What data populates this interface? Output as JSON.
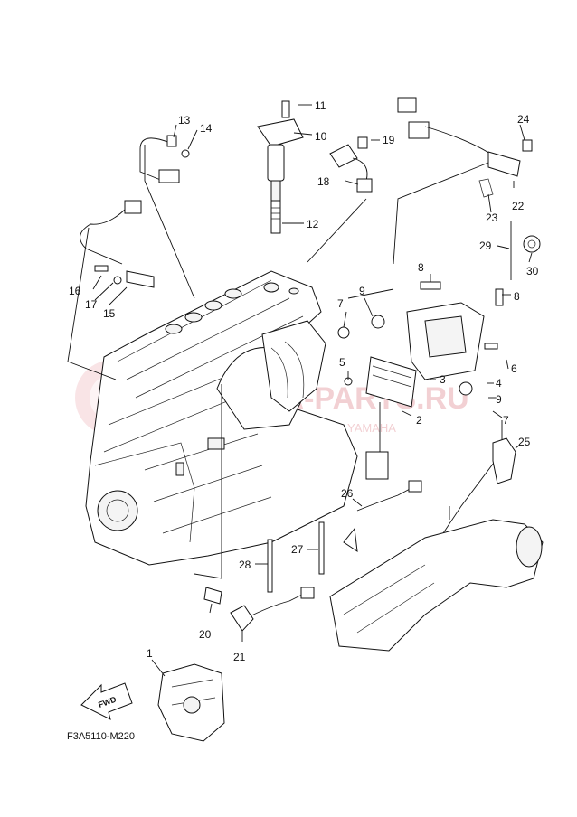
{
  "diagram": {
    "code": "F3A5110-M220",
    "direction_label": "FWD",
    "watermark_line1": "YAMAHA-PARTS.RU",
    "watermark_line2": "OFFICIAL ONLINE DEALER YAMAHA",
    "callouts": [
      {
        "id": "c1",
        "text": "1"
      },
      {
        "id": "c2",
        "text": "2"
      },
      {
        "id": "c3",
        "text": "3"
      },
      {
        "id": "c4",
        "text": "4"
      },
      {
        "id": "c5",
        "text": "5"
      },
      {
        "id": "c6",
        "text": "6"
      },
      {
        "id": "c7a",
        "text": "7"
      },
      {
        "id": "c7b",
        "text": "7"
      },
      {
        "id": "c8a",
        "text": "8"
      },
      {
        "id": "c8b",
        "text": "8"
      },
      {
        "id": "c9a",
        "text": "9"
      },
      {
        "id": "c9b",
        "text": "9"
      },
      {
        "id": "c10",
        "text": "10"
      },
      {
        "id": "c11",
        "text": "11"
      },
      {
        "id": "c12",
        "text": "12"
      },
      {
        "id": "c13",
        "text": "13"
      },
      {
        "id": "c14",
        "text": "14"
      },
      {
        "id": "c15",
        "text": "15"
      },
      {
        "id": "c16",
        "text": "16"
      },
      {
        "id": "c17",
        "text": "17"
      },
      {
        "id": "c18",
        "text": "18"
      },
      {
        "id": "c19",
        "text": "19"
      },
      {
        "id": "c20",
        "text": "20"
      },
      {
        "id": "c21",
        "text": "21"
      },
      {
        "id": "c22",
        "text": "22"
      },
      {
        "id": "c23",
        "text": "23"
      },
      {
        "id": "c24",
        "text": "24"
      },
      {
        "id": "c25",
        "text": "25"
      },
      {
        "id": "c26",
        "text": "26"
      },
      {
        "id": "c27",
        "text": "27"
      },
      {
        "id": "c28",
        "text": "28"
      },
      {
        "id": "c29",
        "text": "29"
      },
      {
        "id": "c30",
        "text": "30"
      }
    ]
  }
}
